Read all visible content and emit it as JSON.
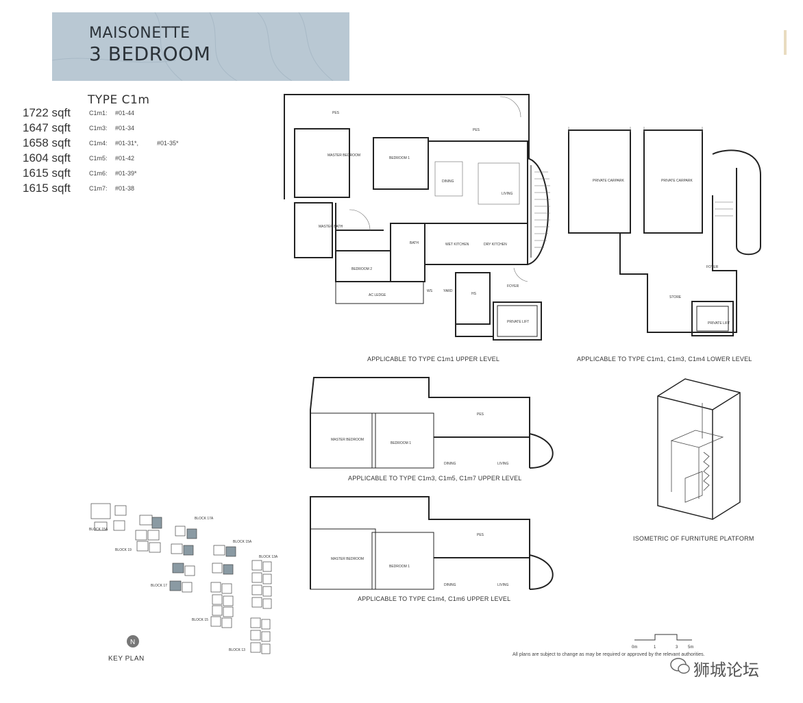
{
  "header": {
    "line1": "MAISONETTE",
    "line2": "3 BEDROOM",
    "bg_color": "#b9c8d3"
  },
  "type_title": "TYPE C1m",
  "units": [
    {
      "size": "1722 sqft",
      "code": "C1m1:",
      "nums": "#01-44",
      "extra": ""
    },
    {
      "size": "1647 sqft",
      "code": "C1m3:",
      "nums": "#01-34",
      "extra": ""
    },
    {
      "size": "1658 sqft",
      "code": "C1m4:",
      "nums": "#01-31*,",
      "extra": "#01-35*"
    },
    {
      "size": "1604 sqft",
      "code": "C1m5:",
      "nums": "#01-42",
      "extra": ""
    },
    {
      "size": "1615 sqft",
      "code": "C1m6:",
      "nums": "#01-39*",
      "extra": ""
    },
    {
      "size": "1615 sqft",
      "code": "C1m7:",
      "nums": "#01-38",
      "extra": ""
    }
  ],
  "upper_plan": {
    "rooms": {
      "pes1": "PES",
      "pes2": "PES",
      "master_bedroom": "MASTER BEDROOM",
      "bedroom1": "BEDROOM 1",
      "dining": "DINING",
      "living": "LIVING",
      "master_bath": "MASTER BATH",
      "bath": "BATH",
      "wet_kitchen": "WET KITCHEN",
      "dry_kitchen": "DRY KITCHEN",
      "bedroom2": "BEDROOM 2",
      "ac_ledge": "AC LEDGE",
      "ws": "WS",
      "yard": "YARD",
      "hs": "HS",
      "foyer": "FOYER",
      "private_lift": "PRIVATE LIFT"
    }
  },
  "lower_plan": {
    "rooms": {
      "carpark1": "PRIVATE CARPARK",
      "carpark2": "PRIVATE CARPARK",
      "foyer": "FOYER",
      "store": "STORE",
      "private_lift": "PRIVATE LIFT"
    }
  },
  "plan3": {
    "rooms": {
      "pes": "PES",
      "master_bedroom": "MASTER BEDROOM",
      "bedroom1": "BEDROOM 1",
      "dining": "DINING",
      "living": "LIVING"
    }
  },
  "plan4": {
    "rooms": {
      "pes": "PES",
      "master_bedroom": "MASTER BEDROOM",
      "bedroom1": "BEDROOM 1",
      "dining": "DINING",
      "living": "LIVING"
    }
  },
  "captions": {
    "upper": "APPLICABLE TO TYPE C1m1 UPPER LEVEL",
    "lower": "APPLICABLE TO TYPE C1m1, C1m3, C1m4 LOWER LEVEL",
    "plan3": "APPLICABLE TO TYPE C1m3, C1m5, C1m7 UPPER LEVEL",
    "plan4": "APPLICABLE TO TYPE C1m4, C1m6 UPPER LEVEL",
    "isometric": "ISOMETRIC OF FURNITURE PLATFORM"
  },
  "key_plan": {
    "label": "KEY PLAN",
    "north": "N",
    "blocks": [
      "BLOCK 15A",
      "BLOCK 19",
      "BLOCK 17A",
      "BLOCK 15A",
      "BLOCK 13A",
      "BLOCK 17",
      "BLOCK 15",
      "BLOCK 13"
    ]
  },
  "scale": {
    "ticks": [
      "0m",
      "1",
      "3",
      "5m"
    ]
  },
  "disclaimer": "All plans are subject to change as may be required or approved by the relevant authorities.",
  "watermark": "狮城论坛"
}
